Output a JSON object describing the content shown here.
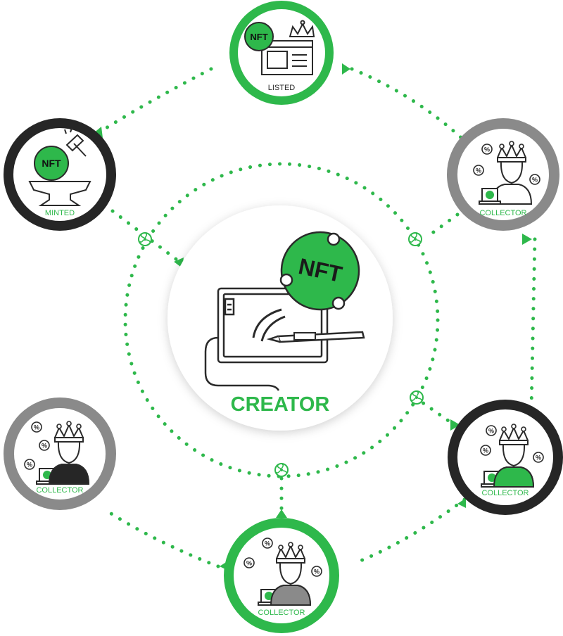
{
  "colors": {
    "accent": "#2eb84b",
    "dark": "#262626",
    "gray": "#8a8a8a",
    "line": "#2a2a2a",
    "background": "#ffffff"
  },
  "center": {
    "label": "CREATOR",
    "badge_text": "NFT",
    "icon": "drawing-tablet-with-pen-icon"
  },
  "nodes": {
    "listed": {
      "label": "LISTED",
      "badge_text": "NFT",
      "ring": "green",
      "icon": "nft-listing-window-icon"
    },
    "minted": {
      "label": "MINTED",
      "badge_text": "NFT",
      "ring": "dark",
      "icon": "anvil-hammer-icon"
    },
    "collector_right_top": {
      "label": "COLLECTOR",
      "ring": "gray",
      "icon": "collector-person-icon"
    },
    "collector_right_bottom": {
      "label": "COLLECTOR",
      "ring": "dark",
      "icon": "collector-person-icon"
    },
    "collector_bottom": {
      "label": "COLLECTOR",
      "ring": "green",
      "icon": "collector-person-icon"
    },
    "collector_left": {
      "label": "COLLECTOR",
      "ring": "gray",
      "icon": "collector-person-icon"
    }
  },
  "percent_symbol": "%"
}
